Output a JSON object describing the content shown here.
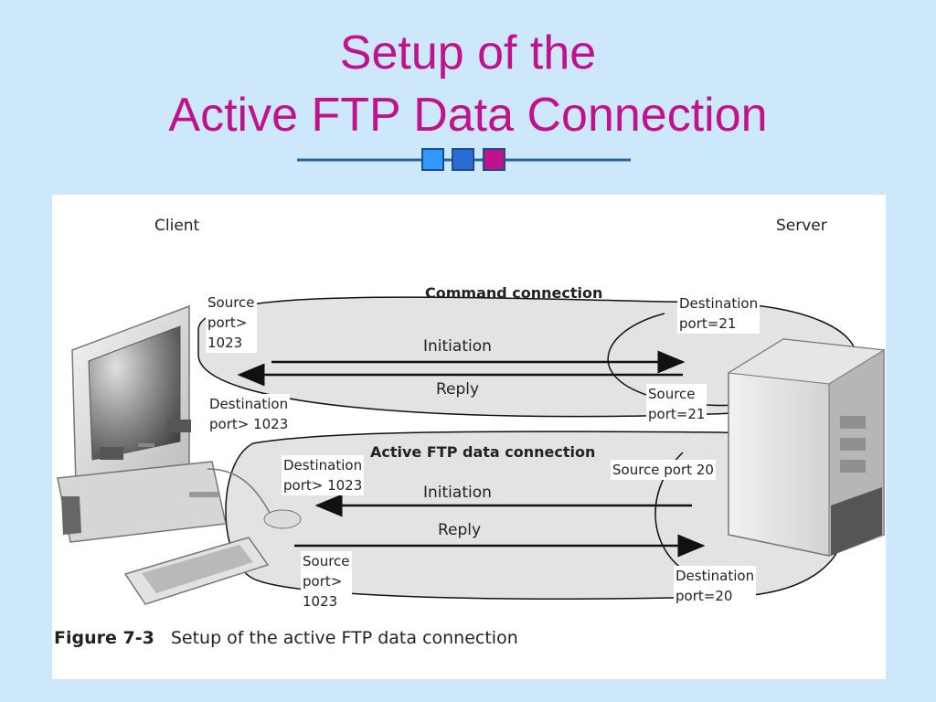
{
  "slide": {
    "title_line1": "Setup of the",
    "title_line2": "Active FTP Data Connection",
    "colors": {
      "title": "#c0128d",
      "background": "#cce8fa",
      "deco_line": "#2a62a8",
      "deco_sq1": "#3399ff",
      "deco_sq2": "#2b6cd6",
      "deco_sq3": "#c0128d"
    }
  },
  "figure": {
    "client_label": "Client",
    "server_label": "Server",
    "command_connection": {
      "title": "Command connection",
      "source_port": "Source\nport>\n1023",
      "destination_port": "Destination\nport=21",
      "initiation": "Initiation",
      "reply": "Reply",
      "reply_source": "Source\nport=21",
      "reply_destination": "Destination\nport> 1023"
    },
    "data_connection": {
      "title": "Active FTP data connection",
      "source_port_20": "Source port 20",
      "destination_port": "Destination\nport> 1023",
      "initiation": "Initiation",
      "reply": "Reply",
      "reply_source": "Source\nport>\n1023",
      "reply_destination": "Destination\nport=20"
    },
    "caption_label": "Figure 7-3",
    "caption_text": "Setup of the active FTP data connection"
  }
}
